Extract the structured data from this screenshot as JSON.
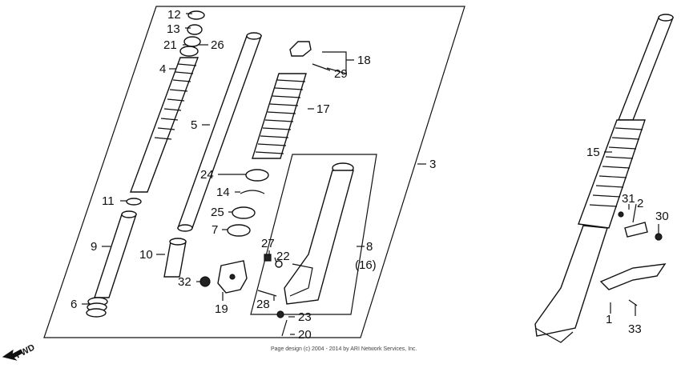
{
  "callouts": {
    "c12": "12",
    "c13": "13",
    "c21": "21",
    "c26": "26",
    "c4": "4",
    "c5": "5",
    "c18": "18",
    "c29": "29",
    "c17": "17",
    "c3": "3",
    "c24": "24",
    "c14": "14",
    "c25": "25",
    "c7": "7",
    "c11": "11",
    "c9": "9",
    "c10": "10",
    "c32": "32",
    "c6": "6",
    "c19": "19",
    "c27": "27",
    "c22": "22",
    "c8": "8",
    "c16": "(16)",
    "c28": "28",
    "c23": "23",
    "c20": "20",
    "c15": "15",
    "c31": "31",
    "c2": "2",
    "c30": "30",
    "c1": "1",
    "c33": "33"
  },
  "copyright": "Page design (c) 2004 - 2014 by ARI Network Services, Inc.",
  "fwd_label": "FWD"
}
